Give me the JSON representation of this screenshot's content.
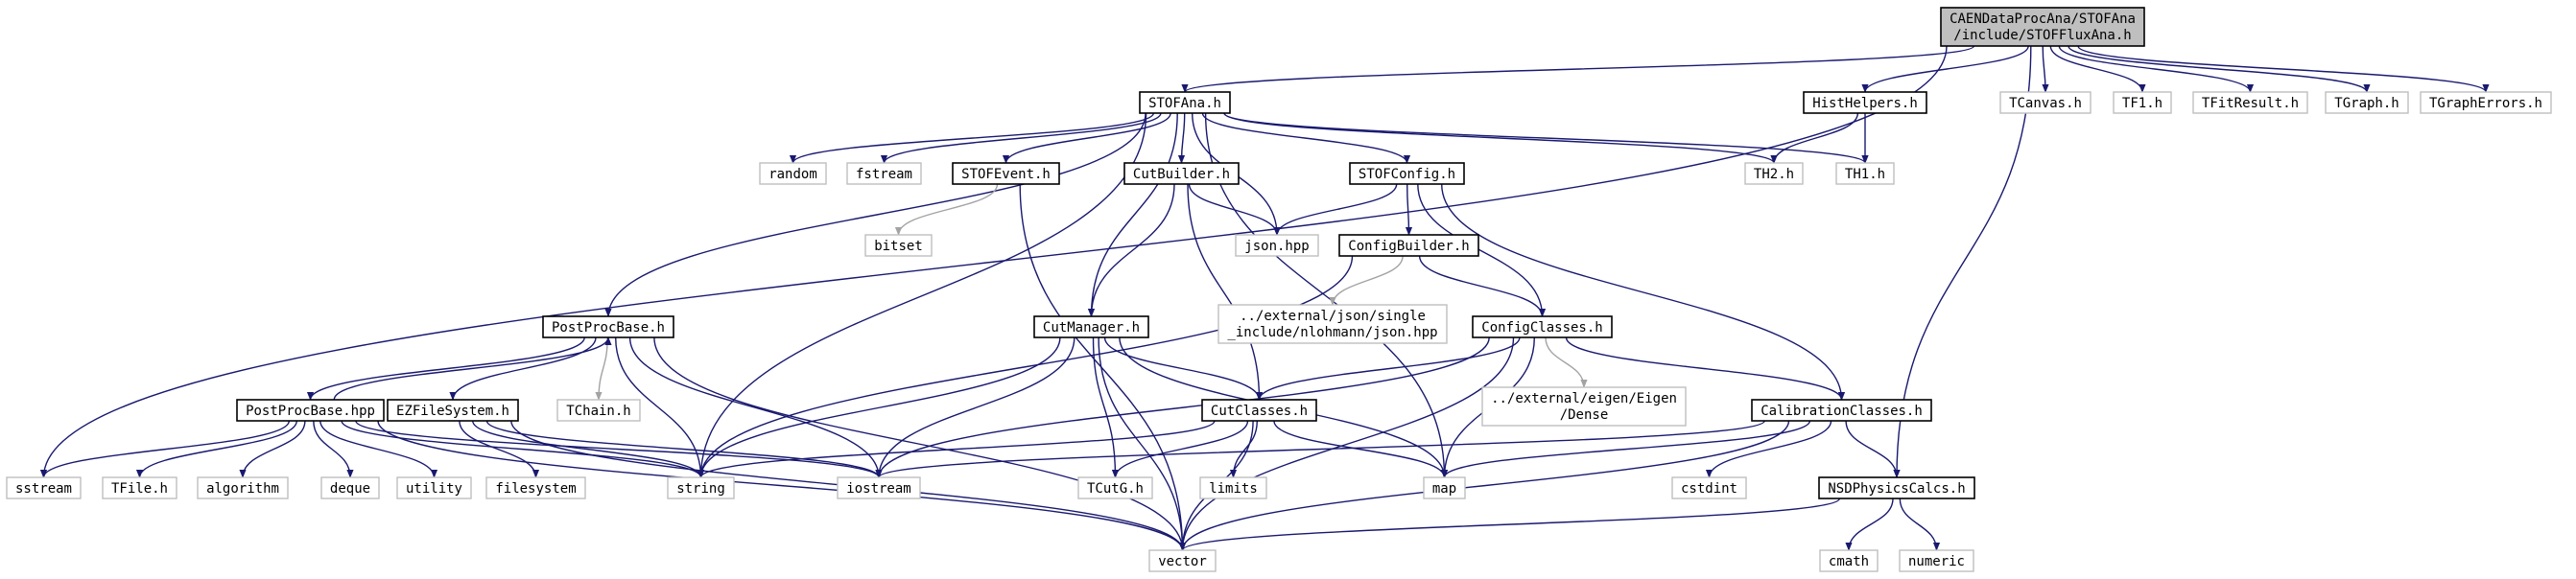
{
  "nodes": {
    "root": [
      "CAENDataProcAna/STOFAna",
      "/include/STOFFluxAna.h"
    ],
    "STOFAna": [
      "STOFAna.h"
    ],
    "HistHelpers": [
      "HistHelpers.h"
    ],
    "TCanvas": [
      "TCanvas.h"
    ],
    "TF1": [
      "TF1.h"
    ],
    "TFitResult": [
      "TFitResult.h"
    ],
    "TGraph": [
      "TGraph.h"
    ],
    "TGraphErrors": [
      "TGraphErrors.h"
    ],
    "random": [
      "random"
    ],
    "fstream": [
      "fstream"
    ],
    "STOFEvent": [
      "STOFEvent.h"
    ],
    "CutBuilder": [
      "CutBuilder.h"
    ],
    "STOFConfig": [
      "STOFConfig.h"
    ],
    "TH2": [
      "TH2.h"
    ],
    "TH1": [
      "TH1.h"
    ],
    "bitset": [
      "bitset"
    ],
    "json": [
      "json.hpp"
    ],
    "ConfigBuilder": [
      "ConfigBuilder.h"
    ],
    "nlohmann": [
      "../external/json/single",
      "_include/nlohmann/json.hpp"
    ],
    "PostProcBase_h": [
      "PostProcBase.h"
    ],
    "CutManager": [
      "CutManager.h"
    ],
    "ConfigClasses": [
      "ConfigClasses.h"
    ],
    "PostProcBase_hpp": [
      "PostProcBase.hpp"
    ],
    "EZFileSystem": [
      "EZFileSystem.h"
    ],
    "TChain": [
      "TChain.h"
    ],
    "CutClasses": [
      "CutClasses.h"
    ],
    "eigen": [
      "../external/eigen/Eigen",
      "/Dense"
    ],
    "CalibrationClasses": [
      "CalibrationClasses.h"
    ],
    "sstream": [
      "sstream"
    ],
    "TFile": [
      "TFile.h"
    ],
    "algorithm": [
      "algorithm"
    ],
    "deque": [
      "deque"
    ],
    "utility": [
      "utility"
    ],
    "filesystem": [
      "filesystem"
    ],
    "string": [
      "string"
    ],
    "iostream": [
      "iostream"
    ],
    "TCutG": [
      "TCutG.h"
    ],
    "limits": [
      "limits"
    ],
    "map": [
      "map"
    ],
    "cstdint": [
      "cstdint"
    ],
    "NSDPhysicsCalcs": [
      "NSDPhysicsCalcs.h"
    ],
    "cmath": [
      "cmath"
    ],
    "numeric": [
      "numeric"
    ],
    "vector": [
      "vector"
    ]
  }
}
